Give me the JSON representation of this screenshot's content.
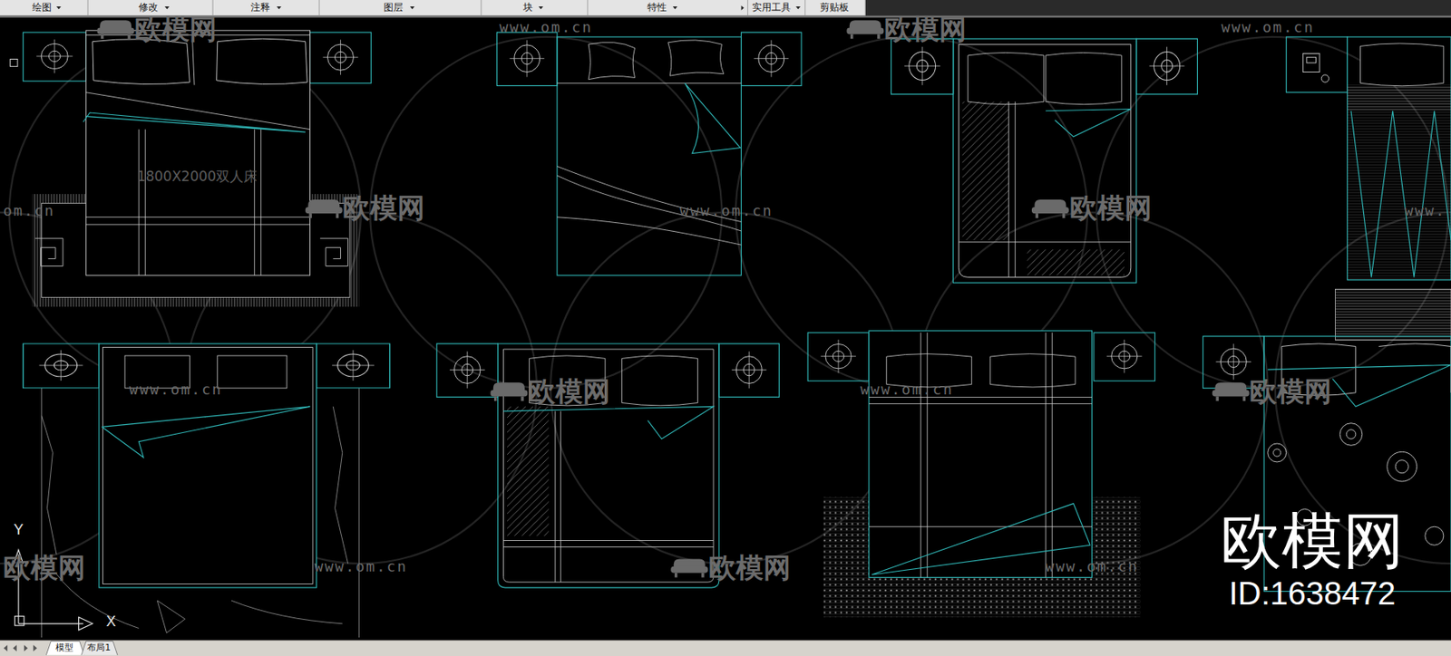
{
  "diagram": {
    "labels": [
      "绘图",
      "修改",
      "注释",
      "图层",
      "块",
      "特性",
      "实用工具",
      "剪贴板",
      "1800X2000双人床",
      "欧模网",
      "www.om.cn",
      "欧模网",
      "www.om.cn",
      "om.cn",
      "欧模网",
      "www.om.cn",
      "欧模网",
      "www.",
      "www.om.cn",
      "欧模网",
      "www.om.cn",
      "欧模网",
      "欧模网",
      "www.om.cn",
      "欧模网",
      "www.om.cn",
      "欧模网",
      "ID:1638472",
      "Y",
      "X",
      "模型",
      "布局1"
    ]
  }
}
